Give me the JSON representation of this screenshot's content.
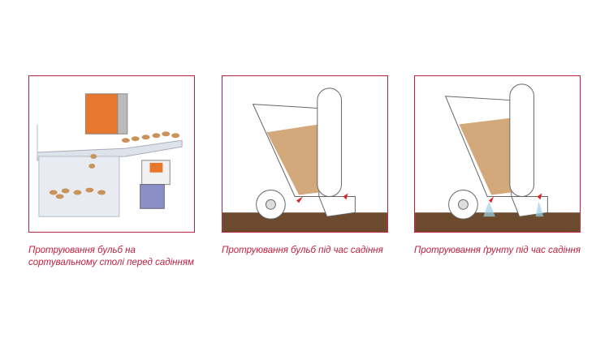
{
  "colors": {
    "accent": "#c0203f",
    "potato": "#c8945a",
    "orange": "#e8772e",
    "soil": "#6b4a2e"
  },
  "panels": [
    {
      "caption": "Протруювання бульб на сортувальному столі перед садінням"
    },
    {
      "caption": "Протруювання бульб під час садіння"
    },
    {
      "caption": "Протруювання ґрунту під час садіння"
    }
  ]
}
